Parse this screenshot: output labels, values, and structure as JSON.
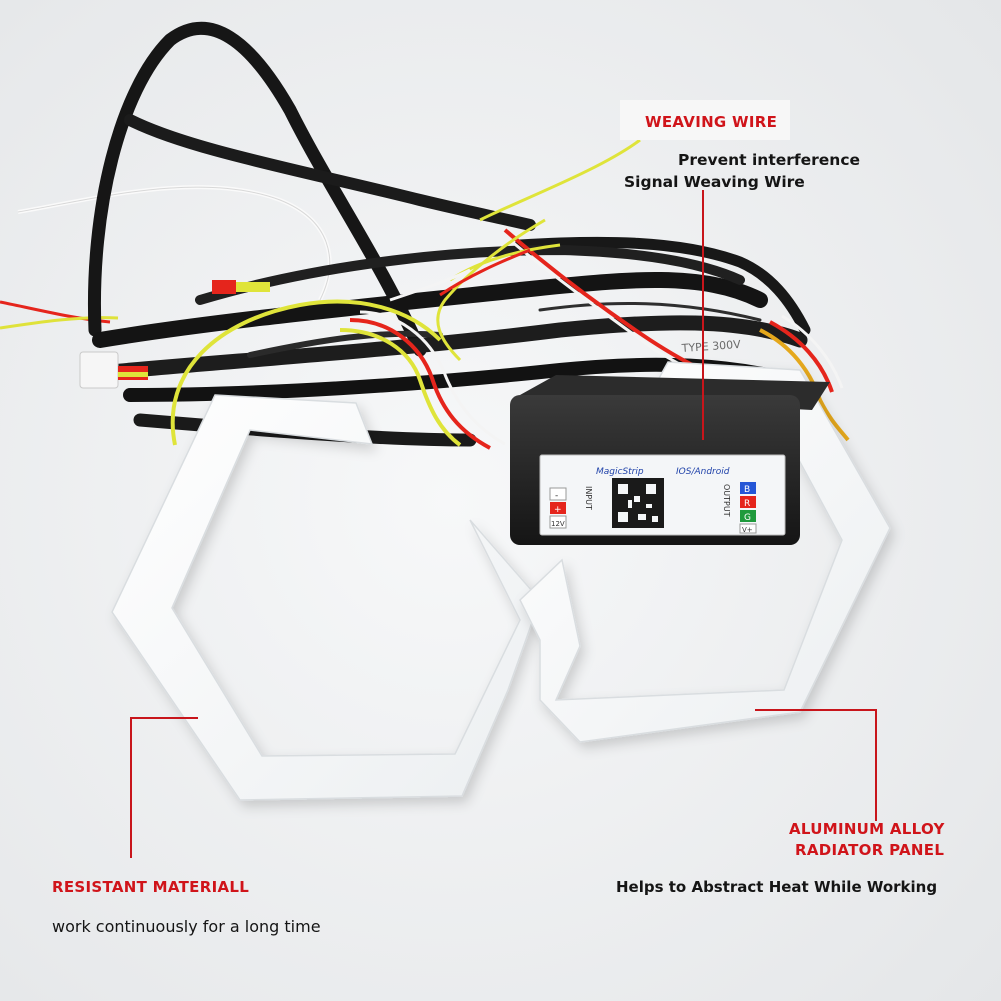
{
  "callouts": {
    "weaving": {
      "title": "WEAVING WIRE",
      "line1": "Prevent interference",
      "line2": "Signal Weaving Wire"
    },
    "resistant": {
      "title": "RESISTANT MATERIALL",
      "desc": "work continuously for a long time"
    },
    "aluminum": {
      "title_line1": "ALUMINUM ALLOY",
      "title_line2": "RADIATOR PANEL",
      "desc": "Helps to Abstract Heat While Working"
    }
  },
  "controller": {
    "brand": "MagicStrip",
    "platform": "IOS/Android",
    "input_label": "INPUT",
    "output_label": "OUTPUT",
    "output_pins": [
      "B",
      "R",
      "G",
      "V+"
    ],
    "input_pins": [
      "-",
      "+",
      "12V"
    ]
  },
  "cable_print": "TYPE 300V"
}
